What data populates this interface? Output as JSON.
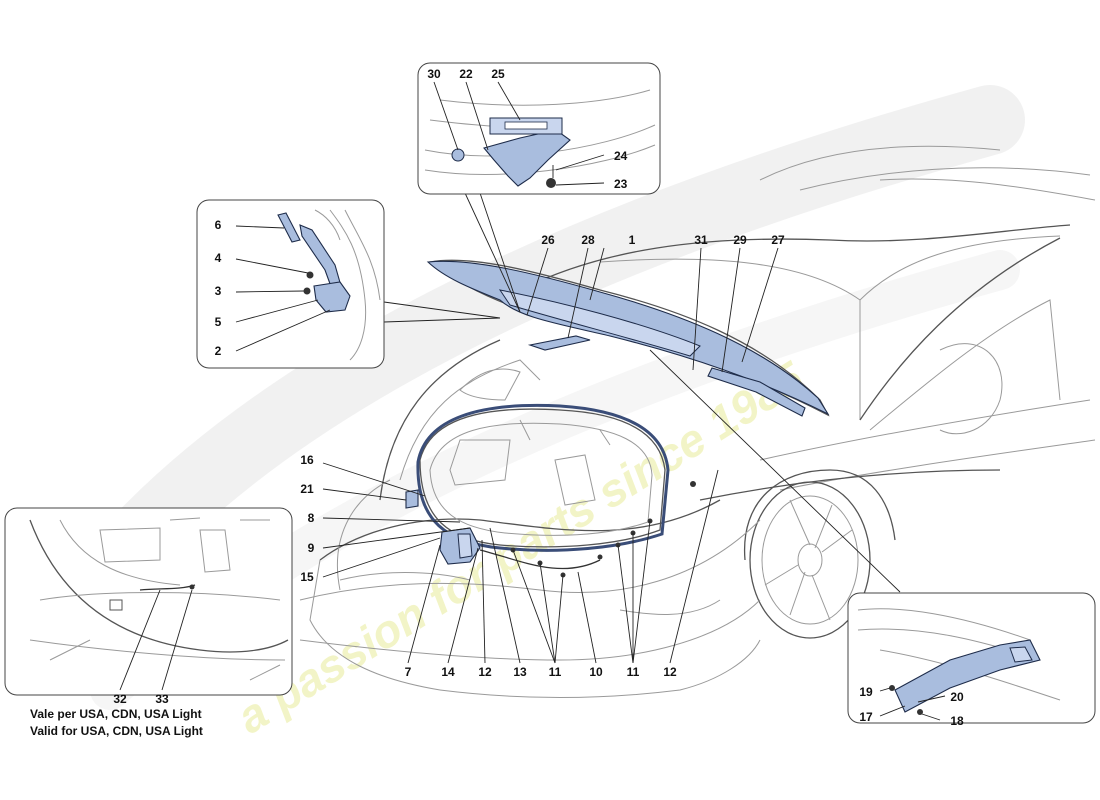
{
  "diagram": {
    "callouts": [
      "1",
      "2",
      "3",
      "4",
      "5",
      "6",
      "7",
      "8",
      "9",
      "10",
      "11",
      "12",
      "13",
      "14",
      "15",
      "16",
      "17",
      "18",
      "19",
      "20",
      "21",
      "22",
      "23",
      "24",
      "25",
      "26",
      "27",
      "28",
      "29",
      "30",
      "31",
      "32",
      "33"
    ],
    "note": {
      "line1": "Vale per USA, CDN, USA Light",
      "line2": "Valid for USA, CDN, USA Light"
    },
    "watermark": {
      "tagline": "a passion for parts since 1985"
    },
    "colors": {
      "part_fill": "#a9bdde",
      "part_stroke": "#1e2c4a",
      "line_art": "#9a9a9a",
      "watermark": "#e9ec9a"
    }
  }
}
